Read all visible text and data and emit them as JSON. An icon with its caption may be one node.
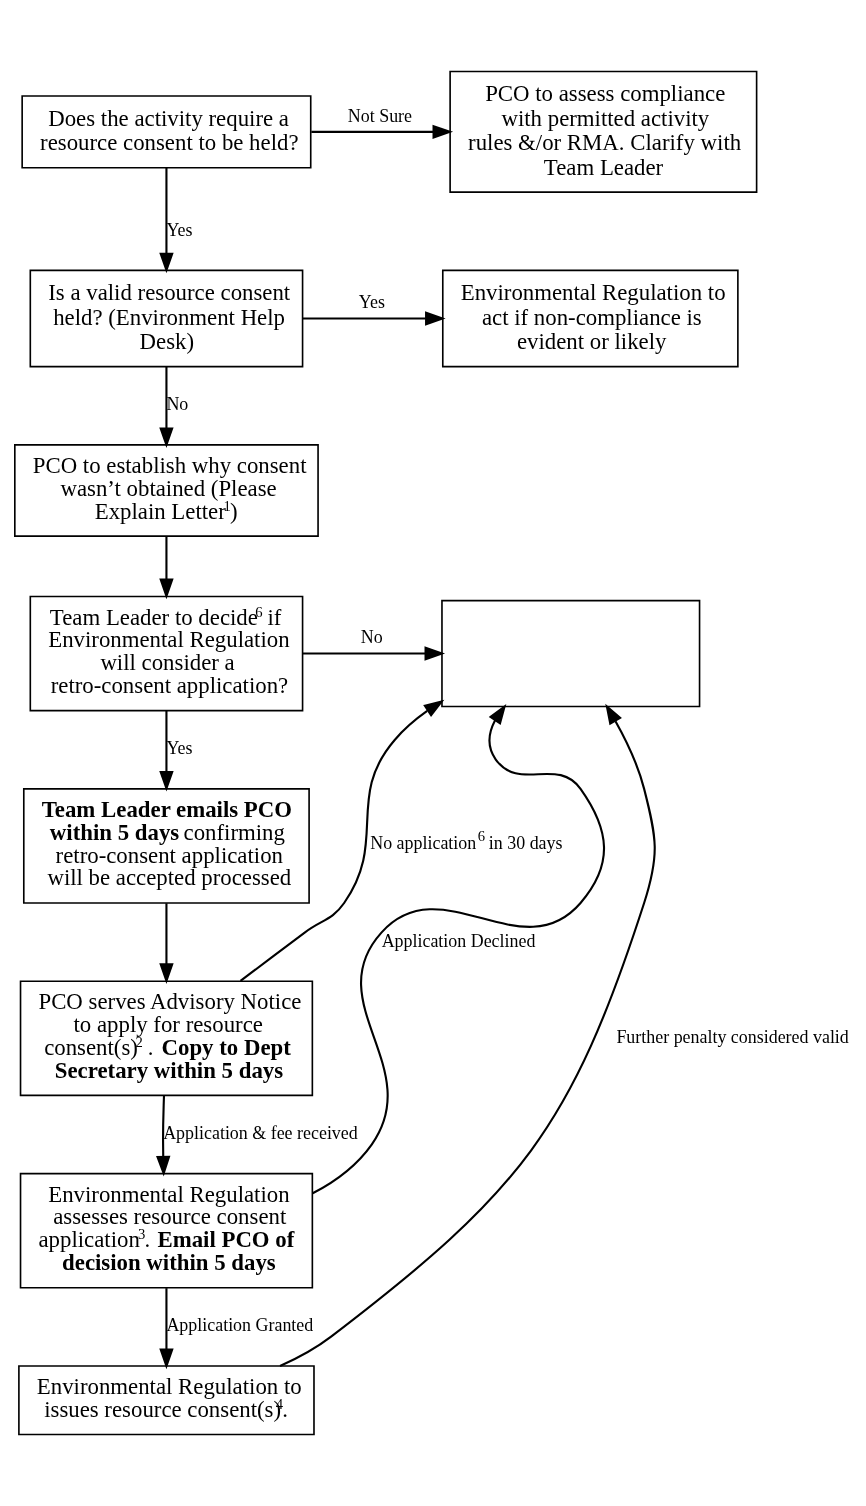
{
  "diagram": {
    "nodes": [
      {
        "text": [
          "Does the activity require a resource consent to be held?"
        ]
      },
      {
        "text": [
          "PCO to assess compliance with permitted activity rules &/or RMA. Clarify with Team Leader"
        ]
      },
      {
        "text": [
          "Is a valid resource consent held? (Environment Help Desk)"
        ]
      },
      {
        "text": [
          "Environmental Regulation to act if non-compliance is evident or likely"
        ]
      },
      {
        "text": [
          "PCO to establish why consent wasn’t obtained (Please Explain Letter$^{1}$)"
        ]
      },
      {
        "text": [
          "Team Leader to decide$^{6}$ if Environmental Regulation will consider a retro-consent application?"
        ]
      },
      {
        "text": [],
        "shape": "box"
      },
      {
        "text": [
          "**Team Leader emails PCO within 5 days** confirming retro-consent application will be accepted processed"
        ]
      },
      {
        "text": [
          "PCO serves Advisory Notice to apply for resource consent(s)$^{2}$ . **Copy to Dept Secretary within 5 days**"
        ]
      },
      {
        "text": [
          "Environmental Regulation assesses resource consent application$^{3}$. **Email PCO of decision within 5 days**"
        ]
      },
      {
        "text": [
          "Environmental Regulation to issues resource consent(s)$^{4}$."
        ]
      }
    ],
    "edges": [
      {
        "from": 0,
        "to": 1,
        "arrow": "to",
        "label": "Not Sure"
      },
      {
        "from": 0,
        "to": 2,
        "arrow": "to",
        "label": "Yes"
      },
      {
        "from": 2,
        "to": 3,
        "arrow": "to",
        "label": "Yes"
      },
      {
        "from": 2,
        "to": 4,
        "arrow": "to",
        "label": "No"
      },
      {
        "from": 4,
        "to": 5,
        "arrow": "to"
      },
      {
        "from": 5,
        "to": 6,
        "arrow": "to",
        "label": "No"
      },
      {
        "from": 5,
        "to": 7,
        "arrow": "to",
        "label": "Yes"
      },
      {
        "from": 7,
        "to": 8,
        "arrow": "to"
      },
      {
        "from": 8,
        "to": 6,
        "arrow": "to",
        "label": "No application$^{6}$ in 30 days"
      },
      {
        "from": 8,
        "to": 9,
        "arrow": "to",
        "label": "Application & fee received"
      },
      {
        "from": 9,
        "to": 6,
        "arrow": "to",
        "label": "Application Declined"
      },
      {
        "from": 9,
        "to": 10,
        "arrow": "to",
        "label": "Application Granted"
      },
      {
        "from": 10,
        "to": 6,
        "arrow": "to",
        "label": "Further penalty considered valid"
      }
    ]
  }
}
